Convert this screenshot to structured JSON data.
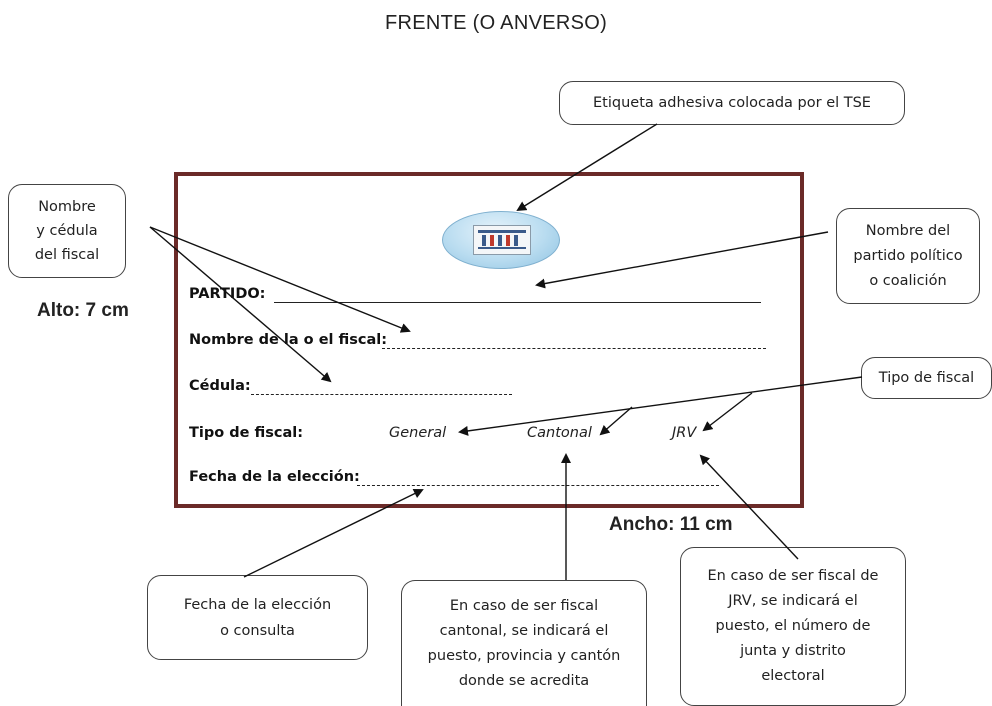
{
  "title": "FRENTE (O ANVERSO)",
  "dimensions": {
    "height_label": "Alto: 7 cm",
    "width_label": "Ancho: 11 cm"
  },
  "card": {
    "fields": {
      "partido": "PARTIDO:",
      "nombre": "Nombre de la o el fiscal:",
      "cedula": "Cédula:",
      "tipo": "Tipo de fiscal:",
      "fecha": "Fecha de la elección:"
    },
    "tipo_options": [
      "General",
      "Cantonal",
      "JRV"
    ],
    "seal_icon": "tse-seal-icon"
  },
  "callouts": {
    "etiqueta": "Etiqueta adhesiva colocada por el TSE",
    "nombre_cedula": [
      "Nombre",
      "y cédula",
      "del fiscal"
    ],
    "partido": [
      "Nombre del",
      "partido político",
      "o coalición"
    ],
    "tipo_fiscal": "Tipo de fiscal",
    "fecha": [
      "Fecha de la elección",
      "o consulta"
    ],
    "cantonal": [
      "En caso de ser fiscal",
      "cantonal, se indicará  el",
      "puesto, provincia y cantón",
      "donde se acredita"
    ],
    "jrv": [
      "En caso de ser fiscal de",
      "JRV,  se indicará el",
      "puesto, el número de",
      "junta y distrito",
      "electoral"
    ]
  },
  "colors": {
    "card_border": "#6b2a28",
    "seal_fill": "#b9dcf0"
  }
}
